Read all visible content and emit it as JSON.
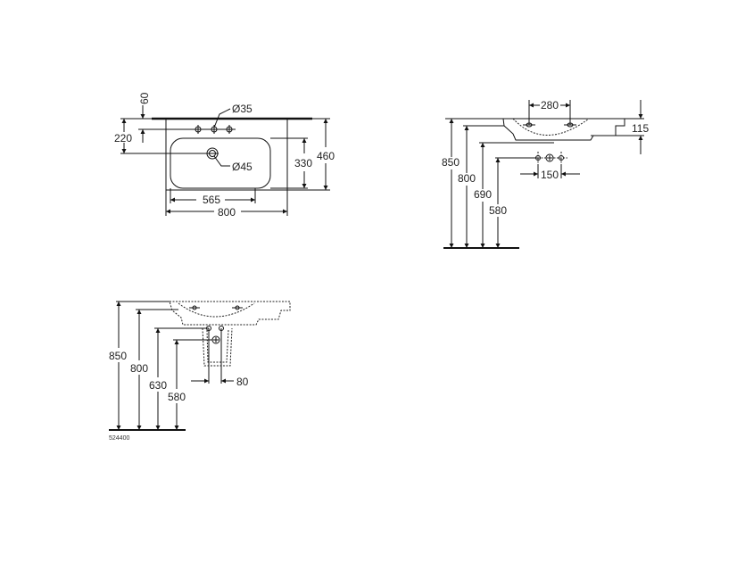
{
  "drawing": {
    "product_code": "524400",
    "top_view": {
      "dimensions": {
        "deck_thickness": "60",
        "tap_hole_offset": "220",
        "tap_hole_diameter": "Ø35",
        "waste_diameter": "Ø45",
        "basin_inner_depth": "330",
        "overall_depth": "460",
        "basin_inner_width": "565",
        "overall_width": "800"
      }
    },
    "side_view_wall": {
      "dimensions": {
        "tap_spacing": "280",
        "rim_thickness": "115",
        "rim_height": "850",
        "underside_height": "800",
        "waste_height": "690",
        "supply_height": "580",
        "supply_spacing": "150"
      }
    },
    "side_view_pedestal": {
      "dimensions": {
        "rim_height": "850",
        "underside_height": "800",
        "waste_height": "630",
        "supply_height": "580",
        "supply_spacing": "80"
      }
    }
  }
}
